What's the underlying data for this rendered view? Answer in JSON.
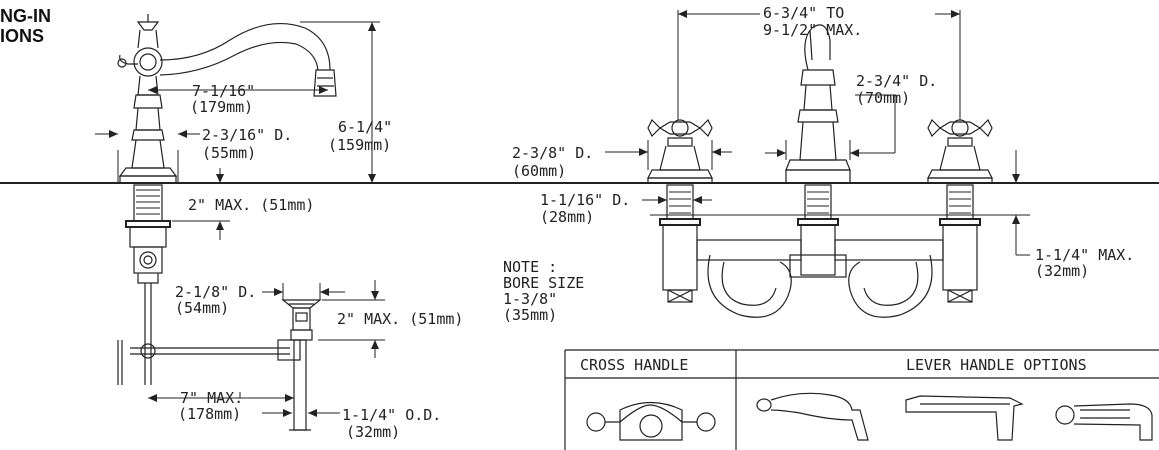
{
  "heading": {
    "line1": "NG-IN",
    "line2": "IONS"
  },
  "dims": {
    "spout_reach": [
      "7-1/16\"",
      "(179mm)"
    ],
    "spout_height": [
      "6-1/4\"",
      "(159mm)"
    ],
    "base_dia_left": [
      "2-3/16\" D.",
      "(55mm)"
    ],
    "shank_max_left": "2\" MAX. (51mm)",
    "drain_dia": [
      "2-1/8\" D.",
      "(54mm)"
    ],
    "drain_max": "2\" MAX. (51mm)",
    "drain_reach": [
      "7\" MAX.",
      "(178mm)"
    ],
    "tail_od": [
      "1-1/4\" O.D.",
      "(32mm)"
    ],
    "centers": [
      "6-3/4\" TO",
      "9-1/2\" MAX."
    ],
    "spout_base_dia": [
      "2-3/4\" D.",
      "(70mm)"
    ],
    "handle_base_dia": [
      "2-3/8\" D.",
      "(60mm)"
    ],
    "shank_dia": [
      "1-1/16\" D.",
      "(28mm)"
    ],
    "deck_max": [
      "1-1/4\" MAX.",
      "(32mm)"
    ]
  },
  "note": [
    "NOTE :",
    "BORE SIZE",
    "1-3/8\"",
    "(35mm)"
  ],
  "handle_table": {
    "cross": "CROSS HANDLE",
    "lever": "LEVER HANDLE OPTIONS"
  }
}
